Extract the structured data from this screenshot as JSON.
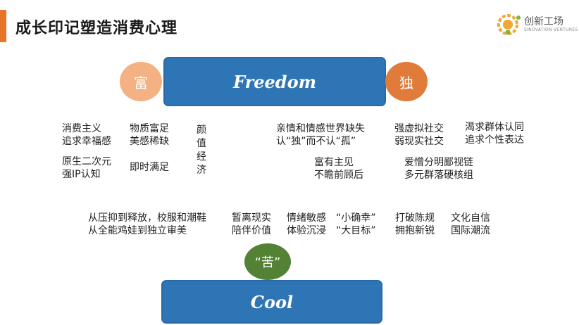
{
  "slide": {
    "title": "成长印记塑造消费心理",
    "accent_color": "#e8742a",
    "logo": {
      "name": "创新工场",
      "subtitle": "SINOVATION VENTURES",
      "icon": "lightbulb-gear-icon",
      "colors": [
        "#f0a830",
        "#7ab648"
      ]
    }
  },
  "freedom": {
    "label": "Freedom",
    "color": "#2e75b6",
    "left_badge": {
      "label": "富",
      "color": "#f4b183"
    },
    "right_badge": {
      "label": "独",
      "color": "#e07b39"
    }
  },
  "cool": {
    "label": "Cool",
    "color": "#2e75b6",
    "badge": {
      "label": "“苦”",
      "color": "#548235"
    }
  },
  "upper_groups": {
    "consumerism": [
      "消费主义",
      "追求幸福感"
    ],
    "material": [
      "物质富足",
      "美感稀缺"
    ],
    "secondary": [
      "原生二次元",
      "强IP认知"
    ],
    "instant": [
      "即时满足"
    ],
    "vertical": "颜值经济",
    "family": [
      "亲情和情感世界缺失",
      "认“独”而不认“孤”"
    ],
    "opinion": [
      "富有主见",
      "不瞻前顾后"
    ],
    "virtual": [
      "强虚拟社交",
      "弱现实社交"
    ],
    "group": [
      "渴求群体认同",
      "追求个性表达"
    ],
    "love_hate": [
      "爱憎分明鄙视链",
      "多元群落硬核组"
    ]
  },
  "lower_groups": {
    "release": [
      "从压抑到释放，校服和潮鞋",
      "从全能鸡娃到独立审美"
    ],
    "escape": [
      "暂离现实",
      "陪伴价值"
    ],
    "emotion": [
      "情绪敏感",
      "体验沉浸"
    ],
    "happiness": [
      "“小确幸”",
      "“大目标”"
    ],
    "break": [
      "打破陈规",
      "拥抱新锐"
    ],
    "culture": [
      "文化自信",
      "国际潮流"
    ]
  }
}
